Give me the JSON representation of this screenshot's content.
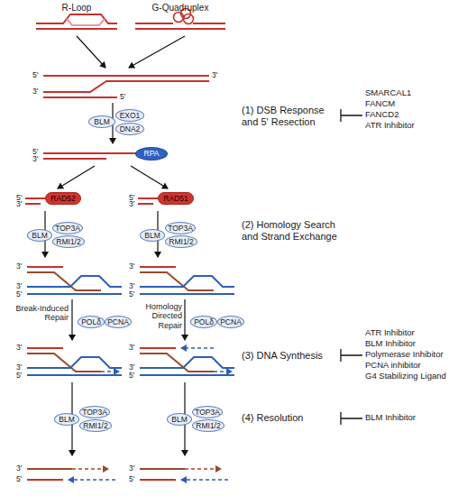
{
  "diagram": {
    "nodes": [
      {
        "text": [
          "BLM"
        ]
      },
      {
        "text": [
          "EXO1"
        ]
      },
      {
        "text": [
          "DNA2"
        ]
      },
      {
        "text": [
          "RPA"
        ]
      },
      {
        "text": [
          "RAD52"
        ]
      },
      {
        "text": [
          "RAD51"
        ]
      },
      {
        "text": [
          "TOP3A"
        ]
      },
      {
        "text": [
          "BLM"
        ]
      },
      {
        "text": [
          "RMI1/2"
        ]
      },
      {
        "text": [
          "TOP3A"
        ]
      },
      {
        "text": [
          "BLM"
        ]
      },
      {
        "text": [
          "RMI1/2"
        ]
      },
      {
        "text": [
          "POLδ"
        ]
      },
      {
        "text": [
          "PCNA"
        ]
      },
      {
        "text": [
          "POLδ"
        ]
      },
      {
        "text": [
          "PCNA"
        ]
      },
      {
        "text": [
          "TOP3A"
        ]
      },
      {
        "text": [
          "BLM"
        ]
      },
      {
        "text": [
          "RMI1/2"
        ]
      },
      {
        "text": [
          "TOP3A"
        ]
      },
      {
        "text": [
          "BLM"
        ]
      },
      {
        "text": [
          "RMI1/2"
        ]
      }
    ],
    "labels": [
      "R-Loop",
      "G-Quadruplex",
      "5'",
      "3'",
      "3'",
      "5'",
      "(1) DSB Response and 5' Resection",
      "SMARCAL1",
      "FANCM",
      "FANCD2",
      "ATR Inhibitor",
      "5'",
      "3'",
      "5'",
      "3'",
      "5'",
      "3'",
      "(2) Homology Search and Strand Exchange",
      "3'",
      "3'",
      "5'",
      "3'",
      "3'",
      "5'",
      "Break-Induced Repair",
      "Homology Directed Repair",
      "(3) DNA Synthesis",
      "ATR Inhibitor",
      "BLM Inhibitor",
      "Polymerase Inhibitor",
      "PCNA inhibitor",
      "G4 Stabilizing Ligand",
      "3'",
      "3'",
      "5'",
      "3'",
      "3'",
      "5'",
      "(4) Resolution",
      "BLM Inhibitor",
      "3'",
      "5'",
      "3'",
      "5'"
    ]
  }
}
